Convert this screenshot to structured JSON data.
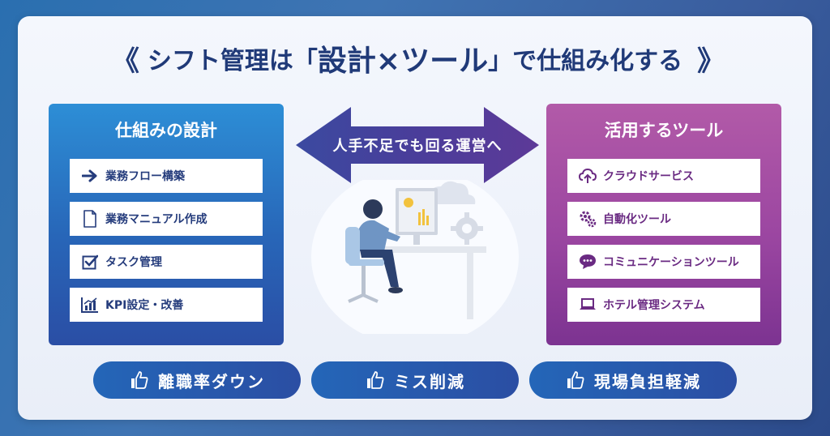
{
  "title": {
    "prefix": "シフト管理は「",
    "emphasis": "設計×ツール",
    "suffix": "」で仕組み化する",
    "left_chevrons": "《",
    "right_chevrons": "》"
  },
  "left_panel": {
    "heading": "仕組みの設計",
    "items": [
      {
        "label": "業務フロー構築",
        "icon": "arrow-right-icon"
      },
      {
        "label": "業務マニュアル作成",
        "icon": "document-icon"
      },
      {
        "label": "タスク管理",
        "icon": "checkbox-icon"
      },
      {
        "label": "KPI設定・改善",
        "icon": "bar-chart-icon"
      }
    ]
  },
  "center": {
    "arrow_label": "人手不足でも回る運営へ"
  },
  "right_panel": {
    "heading": "活用するツール",
    "items": [
      {
        "label": "クラウドサービス",
        "icon": "cloud-upload-icon"
      },
      {
        "label": "自動化ツール",
        "icon": "gears-icon"
      },
      {
        "label": "コミュニケーションツール",
        "icon": "chat-bubble-icon"
      },
      {
        "label": "ホテル管理システム",
        "icon": "laptop-icon"
      }
    ]
  },
  "benefits": [
    {
      "label": "離職率ダウン",
      "icon": "thumbs-up-icon"
    },
    {
      "label": "ミス削減",
      "icon": "thumbs-up-icon"
    },
    {
      "label": "現場負担軽減",
      "icon": "thumbs-up-icon"
    }
  ],
  "colors": {
    "navy": "#203a78",
    "blue_panel": "#2866b8",
    "purple_panel": "#9b46a1",
    "arrow": "#4a3d9a"
  }
}
